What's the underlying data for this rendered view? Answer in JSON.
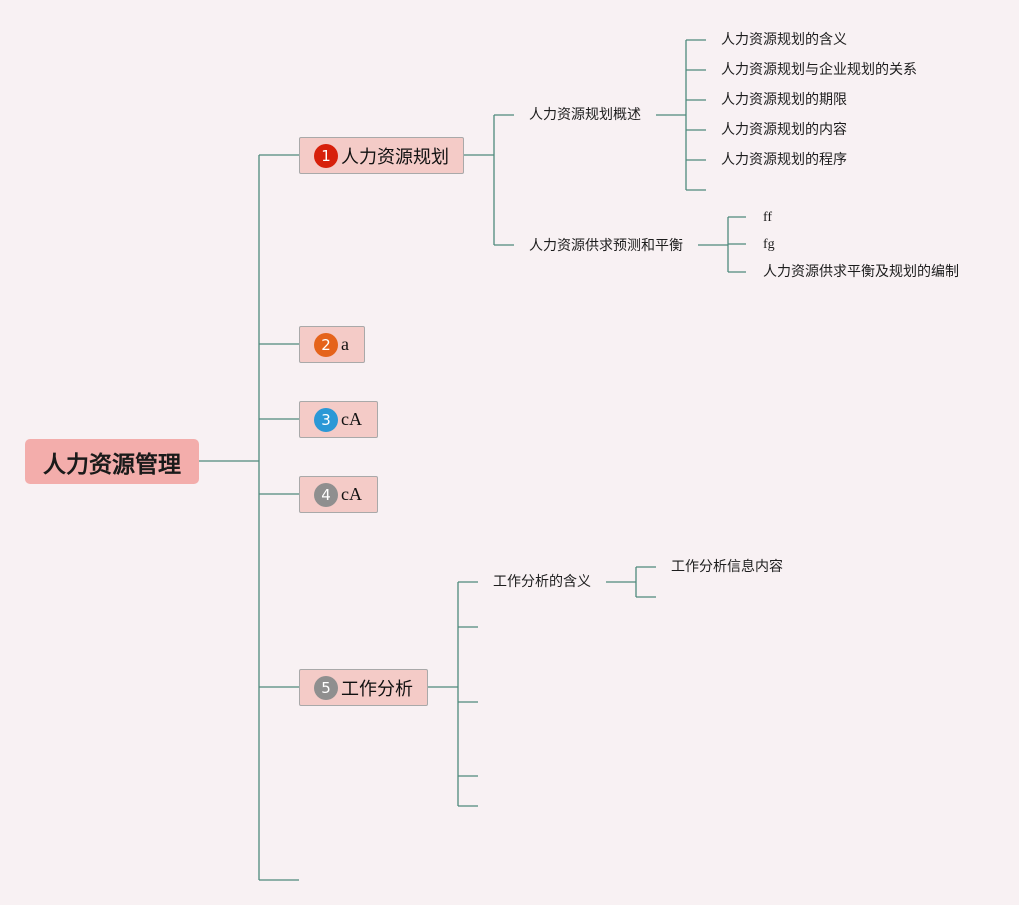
{
  "root": {
    "label": "人力资源管理"
  },
  "topics": [
    {
      "number": "1",
      "label": "人力资源规划",
      "badge_color": "#d7200b"
    },
    {
      "number": "2",
      "label": "a",
      "badge_color": "#e5631b"
    },
    {
      "number": "3",
      "label": "cA",
      "badge_color": "#2b98d6"
    },
    {
      "number": "4",
      "label": "cA",
      "badge_color": "#8f8f8f"
    },
    {
      "number": "5",
      "label": "工作分析",
      "badge_color": "#8f8f8f"
    }
  ],
  "planning": {
    "overview": {
      "label": "人力资源规划概述",
      "children": [
        "人力资源规划的含义",
        "人力资源规划与企业规划的关系",
        "人力资源规划的期限",
        "人力资源规划的内容",
        "人力资源规划的程序",
        ""
      ]
    },
    "forecast": {
      "label": "人力资源供求预测和平衡",
      "children": [
        "ff",
        "fg",
        "人力资源供求平衡及规划的编制"
      ]
    }
  },
  "job_analysis": {
    "meaning": {
      "label": "工作分析的含义",
      "children": [
        "工作分析信息内容",
        ""
      ]
    }
  },
  "colors": {
    "line": "#4e8a7c",
    "topic_fill": "#f4cbc7",
    "root_fill": "#f3adab",
    "background": "#f8f1f3"
  }
}
